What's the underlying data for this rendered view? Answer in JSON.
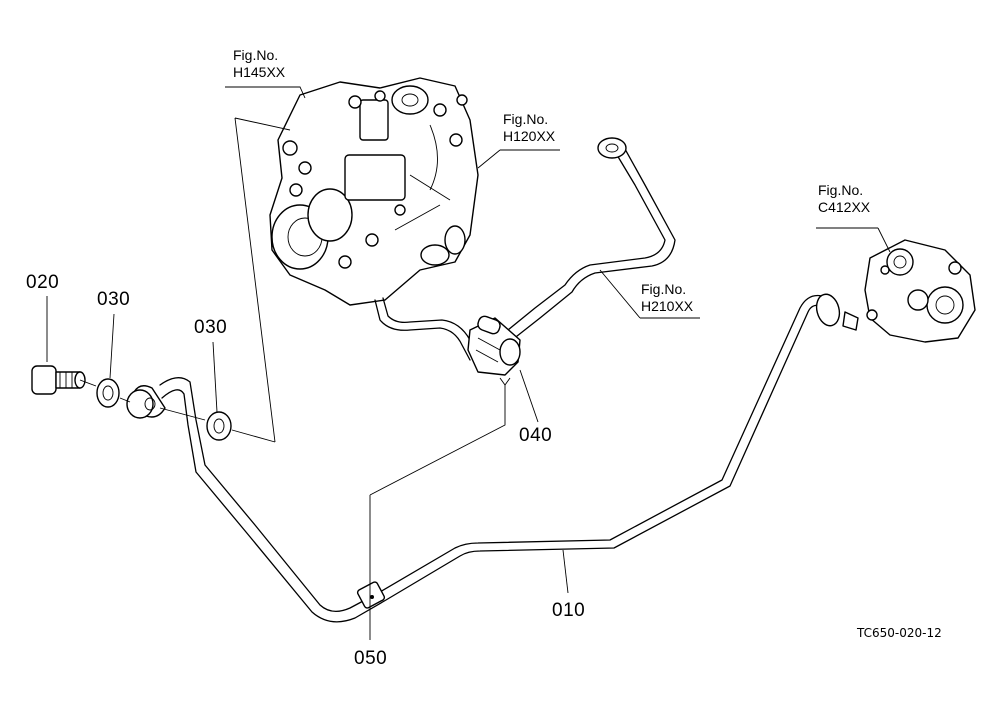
{
  "callouts": {
    "p010": "010",
    "p020": "020",
    "p030a": "030",
    "p030b": "030",
    "p040": "040",
    "p050": "050"
  },
  "refs": {
    "h145": {
      "line1": "Fig.No.",
      "line2": "H145XX"
    },
    "h120": {
      "line1": "Fig.No.",
      "line2": "H120XX"
    },
    "h210": {
      "line1": "Fig.No.",
      "line2": "H210XX"
    },
    "c412": {
      "line1": "Fig.No.",
      "line2": "C412XX"
    }
  },
  "drawing_code": "TC650-020-12"
}
